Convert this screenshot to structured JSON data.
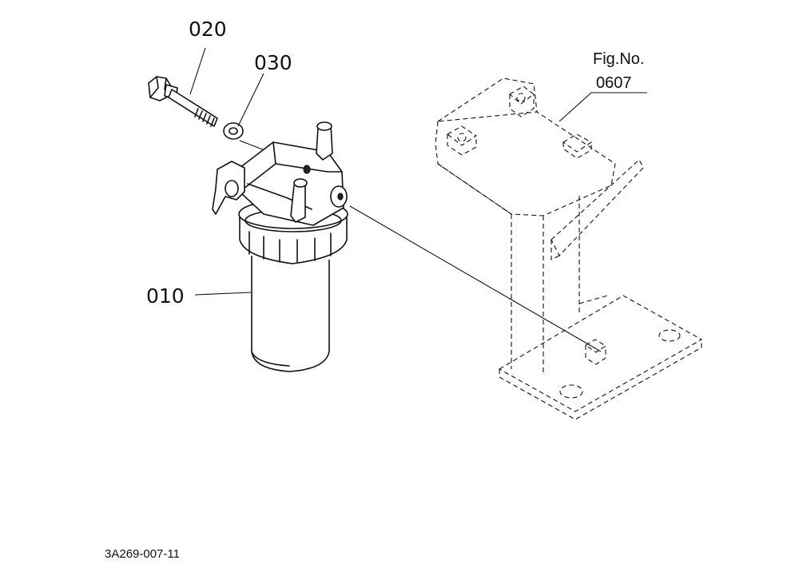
{
  "callouts": {
    "bolt": "020",
    "washer": "030",
    "filter": "010"
  },
  "figure_ref": {
    "line1": "Fig.No.",
    "line2": "0607"
  },
  "drawing_id": "3A269-007-11",
  "colors": {
    "ink": "#111111",
    "paper": "#ffffff"
  }
}
